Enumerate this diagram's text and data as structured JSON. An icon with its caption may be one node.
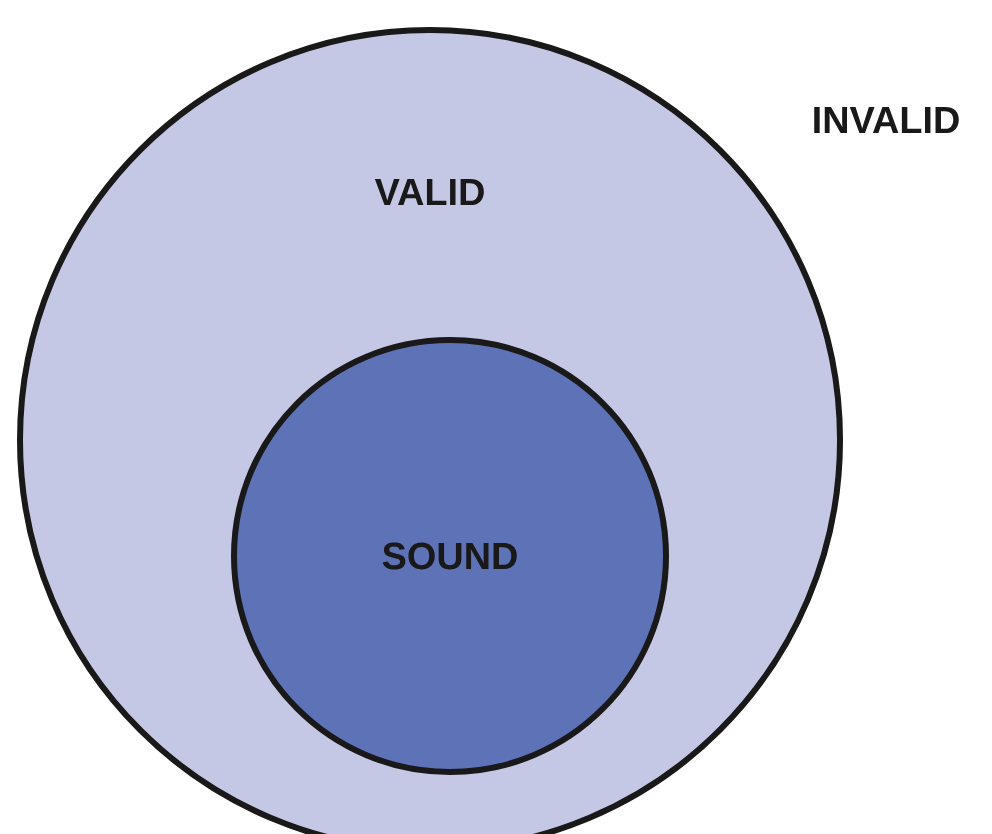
{
  "diagram": {
    "nodes": [
      {
        "text": [
          "VALID"
        ]
      },
      {
        "text": [
          "SOUND"
        ],
        "in": 0
      }
    ],
    "labels": [
      "INVALID"
    ]
  }
}
